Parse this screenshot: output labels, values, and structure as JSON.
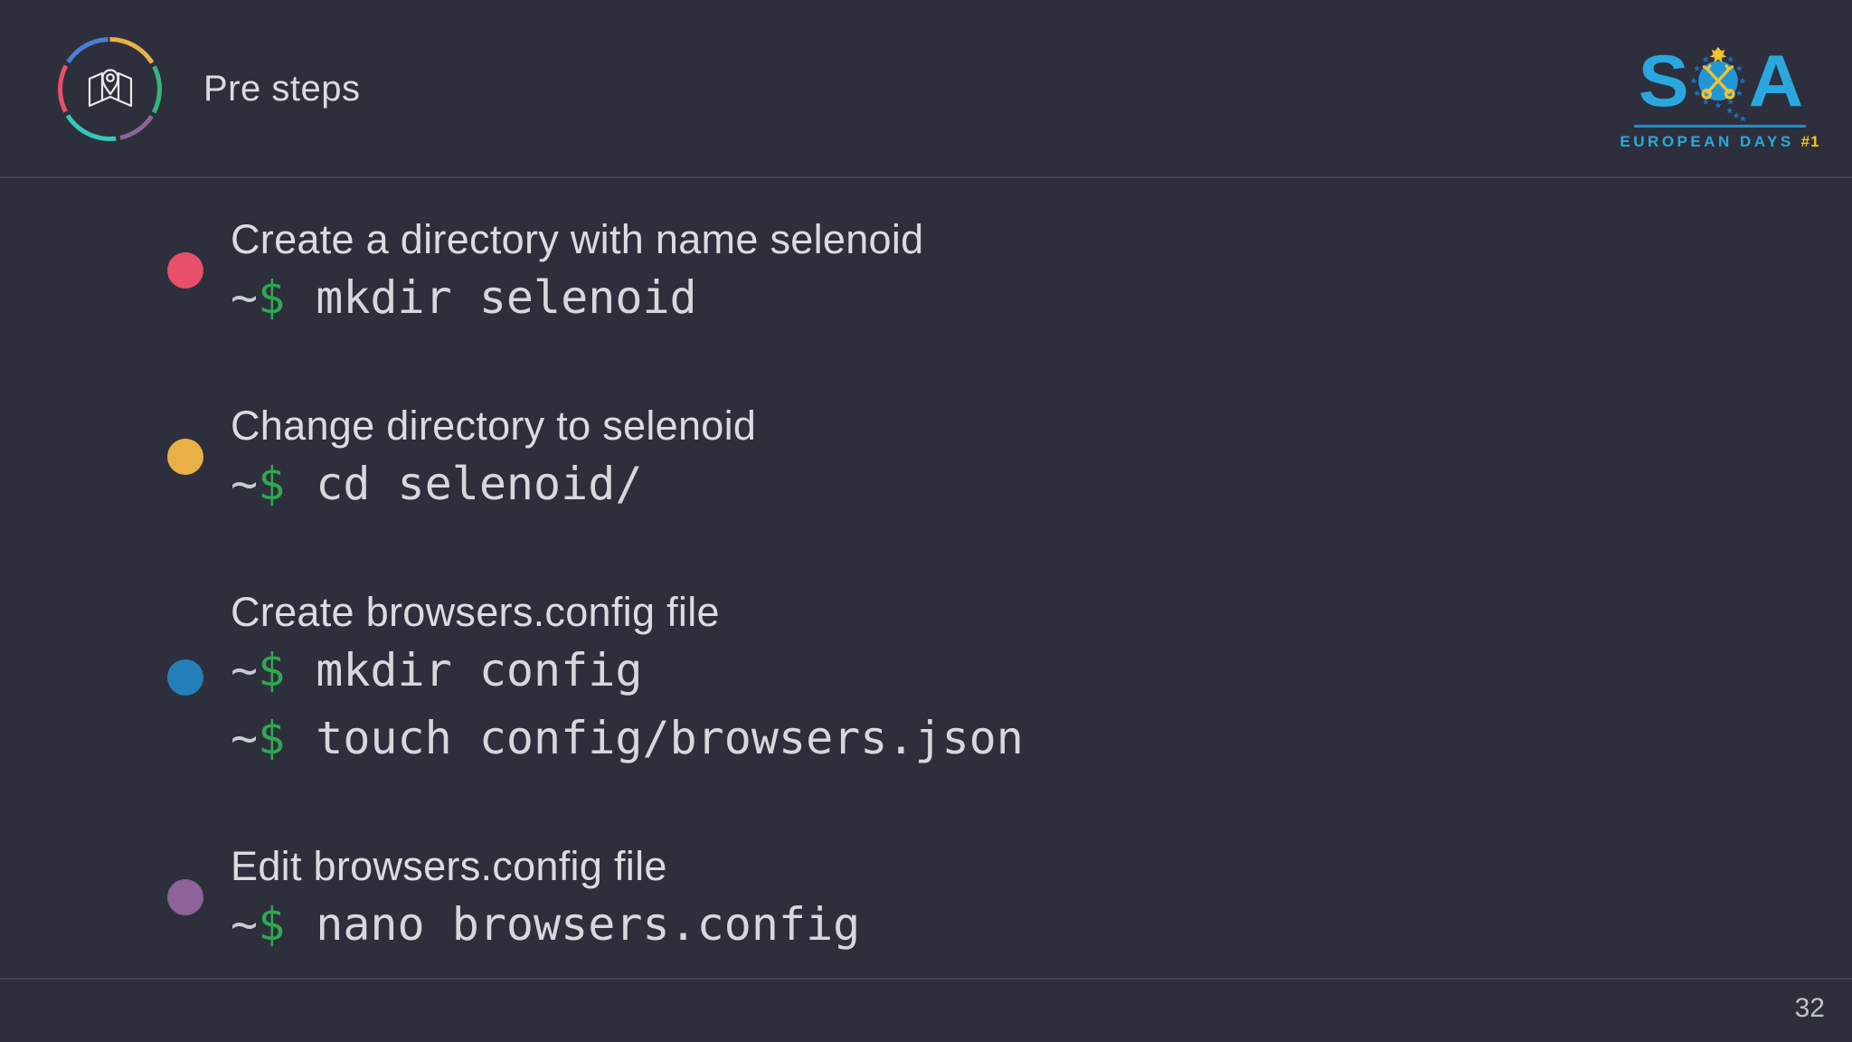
{
  "header": {
    "title": "Pre steps"
  },
  "logo": {
    "letter_s": "S",
    "letter_a": "A",
    "subtitle": "EUROPEAN DAYS",
    "badge": "#1"
  },
  "terminal": {
    "tilde": "~",
    "dollar": "$"
  },
  "steps": [
    {
      "bullet_color": "#e8506a",
      "title": "Create a directory with name selenoid",
      "commands": [
        "mkdir selenoid"
      ]
    },
    {
      "bullet_color": "#e9b145",
      "title": "Change directory to selenoid",
      "commands": [
        "cd selenoid/"
      ]
    },
    {
      "bullet_color": "#2380bb",
      "title": "Create browsers.config file",
      "commands": [
        "mkdir config",
        "touch config/browsers.json"
      ]
    },
    {
      "bullet_color": "#8d6399",
      "title": "Edit browsers.config file",
      "commands": [
        "nano browsers.config"
      ]
    }
  ],
  "footer": {
    "page_number": "32"
  },
  "colors": {
    "background": "#2d303c",
    "body_text": "#d9dce1",
    "prompt_green": "#2fa84f",
    "divider": "rgba(255,255,255,0.10)",
    "ring_segments": [
      "#e9b145",
      "#36b37e",
      "#8d6399",
      "#35c8b9",
      "#e8506a",
      "#4a7fd4"
    ],
    "logo_blue": "#29a8e0",
    "logo_star_blue": "#1b6fb5",
    "logo_emblem_blue": "#2196d6",
    "logo_yellow": "#f2c230",
    "badge_yellow": "#f5c518"
  }
}
